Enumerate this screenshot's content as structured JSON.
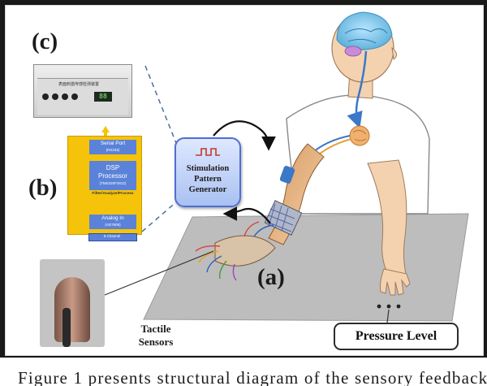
{
  "labels": {
    "c": "(c)",
    "b": "(b)",
    "a": "(a)"
  },
  "spg": {
    "line1": "Stimulation",
    "line2": "Pattern",
    "line3": "Generator"
  },
  "dsp_board": {
    "serial_port": "Serial Port",
    "serial_sub": "(RS232)",
    "dsp": "DSP",
    "processor": "Processor",
    "chip": "(TMS320F2812)",
    "functions": "Filter/Analyze/Process",
    "analog_in": "Analog In",
    "analog_sub": "(AD7606)",
    "channels": "8 Channel"
  },
  "device": {
    "panel_text": "表面刺激传感检测装置",
    "display": "88"
  },
  "tactile": {
    "line1": "Tactile",
    "line2": "Sensors"
  },
  "pressure_level": "Pressure Level",
  "caption": "Figure 1 presents structural diagram of the sensory feedback",
  "colors": {
    "spg_border": "#4f6fd1",
    "dsp_yellow": "#f5c40a",
    "dsp_blue": "#5b82d9",
    "brain_blue": "#7fc4ea",
    "nerve": "#e8a040",
    "arm_skin": "#f2c69b",
    "table": "#bdbdbd"
  },
  "icons": [
    "square-wave-icon",
    "upload-arrow-icon",
    "brain-icon",
    "nerve-icon",
    "sensor-dots-icon"
  ]
}
